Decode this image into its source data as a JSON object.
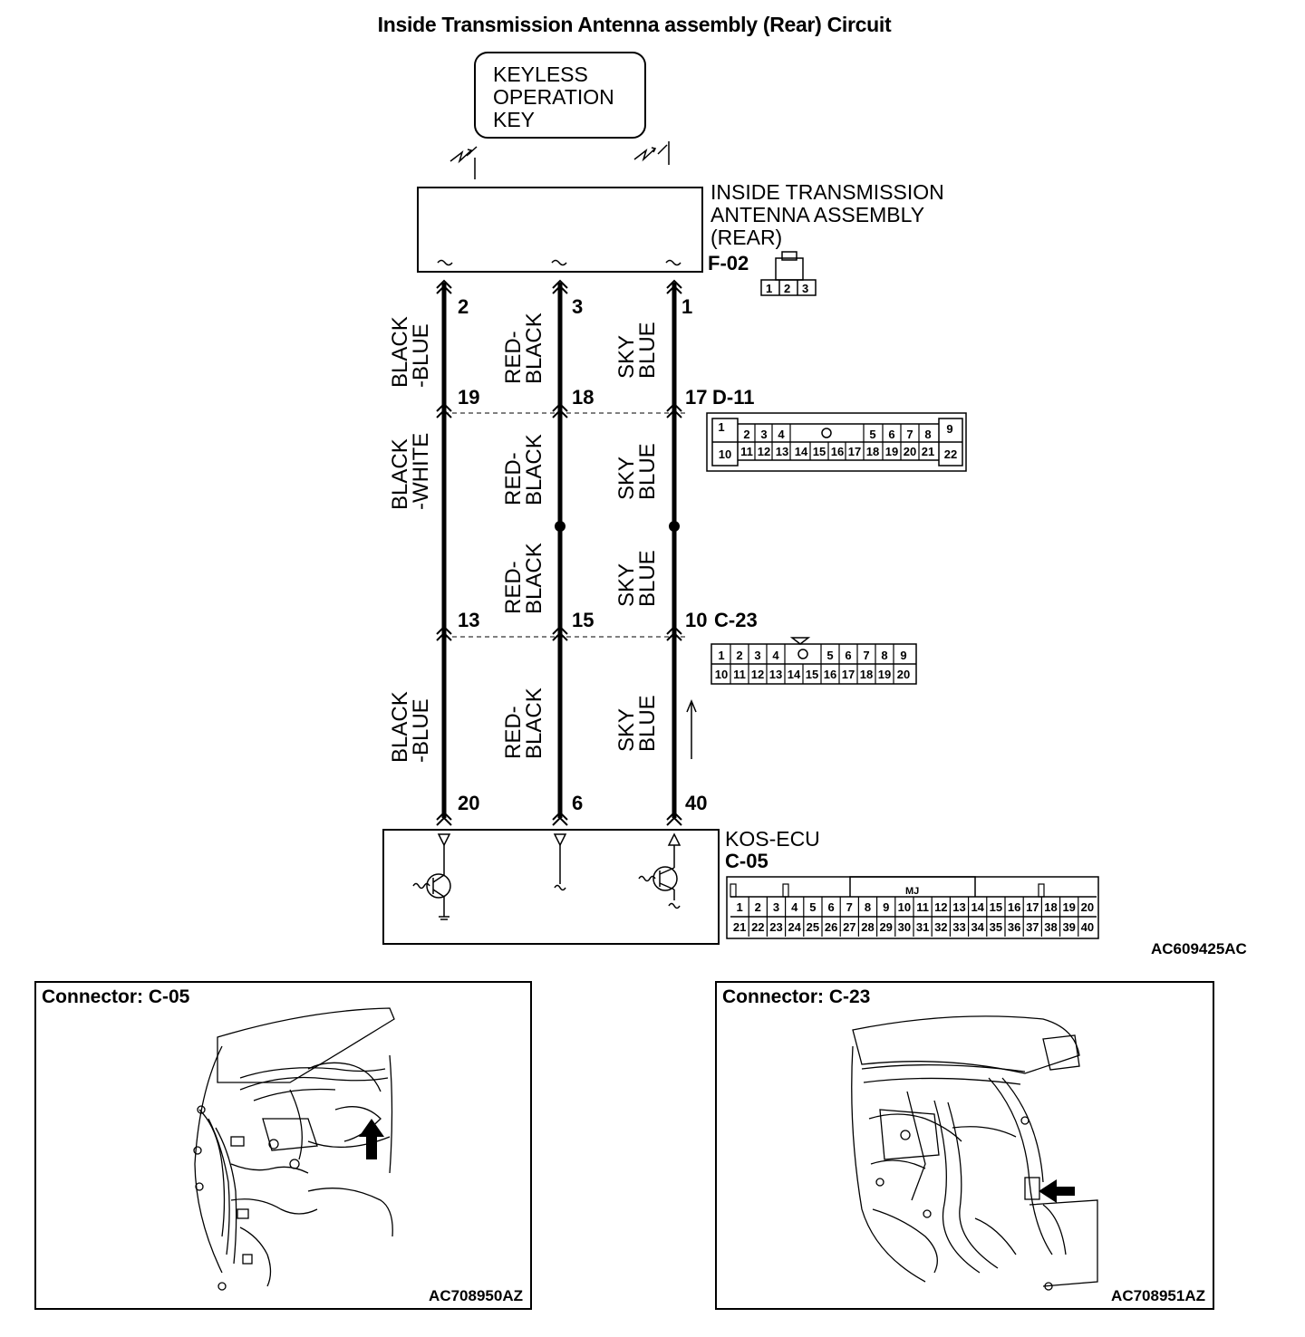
{
  "title": "Inside Transmission Antenna assembly (Rear) Circuit",
  "key_box": {
    "lines": [
      "KEYLESS",
      "OPERATION",
      "KEY"
    ]
  },
  "antenna": {
    "lines": [
      "INSIDE TRANSMISSION",
      "ANTENNA ASSEMBLY",
      "(REAR)"
    ],
    "connector": "F-02",
    "connector_pins": [
      "1",
      "2",
      "3"
    ]
  },
  "wires": [
    {
      "id": "left",
      "f02_pin": "2",
      "d11_pin": "19",
      "c23_pin": "13",
      "c05_pin": "20",
      "colors": [
        [
          "BLACK",
          "-BLUE"
        ],
        [
          "BLACK",
          "-WHITE"
        ],
        [
          "BLACK",
          "-BLUE"
        ]
      ]
    },
    {
      "id": "middle",
      "f02_pin": "3",
      "d11_pin": "18",
      "c23_pin": "15",
      "c05_pin": "6",
      "colors": [
        [
          "RED-",
          "BLACK"
        ],
        [
          "RED-",
          "BLACK"
        ],
        [
          "RED-",
          "BLACK"
        ],
        [
          "RED-",
          "BLACK"
        ]
      ]
    },
    {
      "id": "right",
      "f02_pin": "1",
      "d11_pin": "17",
      "c23_pin": "10",
      "c05_pin": "40",
      "colors": [
        [
          "SKY",
          "BLUE"
        ],
        [
          "SKY",
          "BLUE"
        ],
        [
          "SKY",
          "BLUE"
        ],
        [
          "SKY",
          "BLUE"
        ]
      ]
    }
  ],
  "d11": {
    "id": "D-11",
    "row1": [
      "1",
      "2",
      "3",
      "4",
      "",
      "5",
      "6",
      "7",
      "8",
      "9"
    ],
    "row2": [
      "10",
      "11",
      "12",
      "13",
      "14",
      "15",
      "16",
      "17",
      "18",
      "19",
      "20",
      "21",
      "22"
    ]
  },
  "c23": {
    "id": "C-23",
    "row1": [
      "1",
      "2",
      "3",
      "4",
      "",
      "5",
      "6",
      "7",
      "8",
      "9"
    ],
    "row2": [
      "10",
      "11",
      "12",
      "13",
      "14",
      "15",
      "16",
      "17",
      "18",
      "19",
      "20"
    ]
  },
  "ecu": {
    "name": "KOS-ECU",
    "connector": "C-05",
    "tag": "MJ",
    "row1": [
      "1",
      "2",
      "3",
      "4",
      "5",
      "6",
      "7",
      "8",
      "9",
      "10",
      "11",
      "12",
      "13",
      "14",
      "15",
      "16",
      "17",
      "18",
      "19",
      "20"
    ],
    "row2": [
      "21",
      "22",
      "23",
      "24",
      "25",
      "26",
      "27",
      "28",
      "29",
      "30",
      "31",
      "32",
      "33",
      "34",
      "35",
      "36",
      "37",
      "38",
      "39",
      "40"
    ]
  },
  "figure_code": "AC609425AC",
  "panels": [
    {
      "title": "Connector: C-05",
      "code": "AC708950AZ"
    },
    {
      "title": "Connector: C-23",
      "code": "AC708951AZ"
    }
  ]
}
